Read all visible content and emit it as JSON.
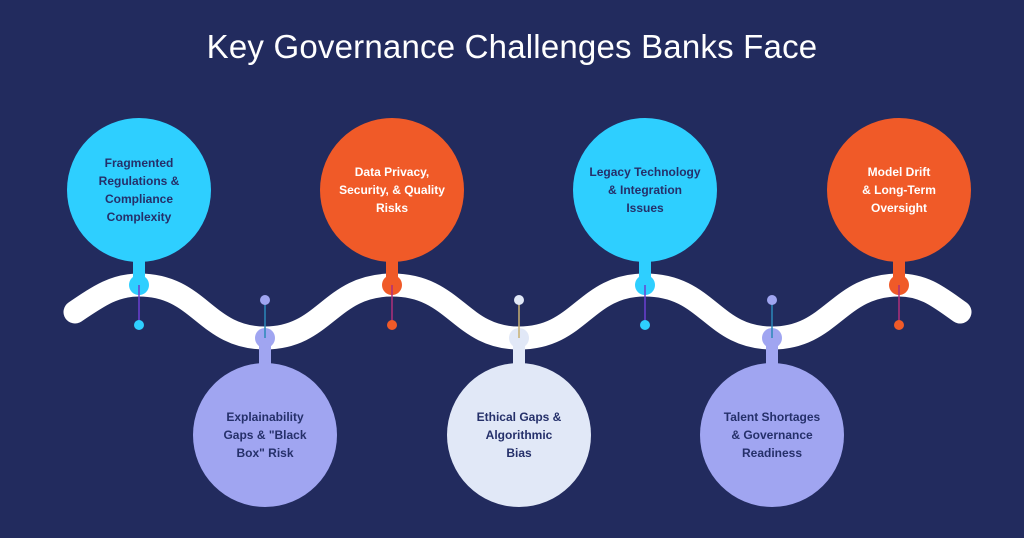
{
  "title": "Key Governance Challenges Banks Face",
  "colors": {
    "background": "#222b5e",
    "cyan": "#2ecfff",
    "orange": "#f05a28",
    "lavender": "#a0a5f1",
    "pale": "#e1e8f7",
    "dark_text": "#25306a"
  },
  "challenges": [
    {
      "lines": [
        "Fragmented",
        "Regulations &",
        "Compliance",
        "Complexity"
      ],
      "color": "cyan",
      "position": "top"
    },
    {
      "lines": [
        "Explainability",
        "Gaps & \"Black",
        "Box\" Risk"
      ],
      "color": "lavender",
      "position": "bottom"
    },
    {
      "lines": [
        "Data Privacy,",
        "Security, & Quality",
        "Risks"
      ],
      "color": "orange",
      "position": "top"
    },
    {
      "lines": [
        "Ethical Gaps &",
        "Algorithmic",
        "Bias"
      ],
      "color": "pale",
      "position": "bottom"
    },
    {
      "lines": [
        "Legacy Technology",
        "& Integration",
        "Issues"
      ],
      "color": "cyan",
      "position": "top"
    },
    {
      "lines": [
        "Talent Shortages",
        "& Governance",
        "Readiness"
      ],
      "color": "lavender",
      "position": "bottom"
    },
    {
      "lines": [
        "Model Drift",
        "& Long-Term",
        "Oversight"
      ],
      "color": "orange",
      "position": "top"
    }
  ]
}
